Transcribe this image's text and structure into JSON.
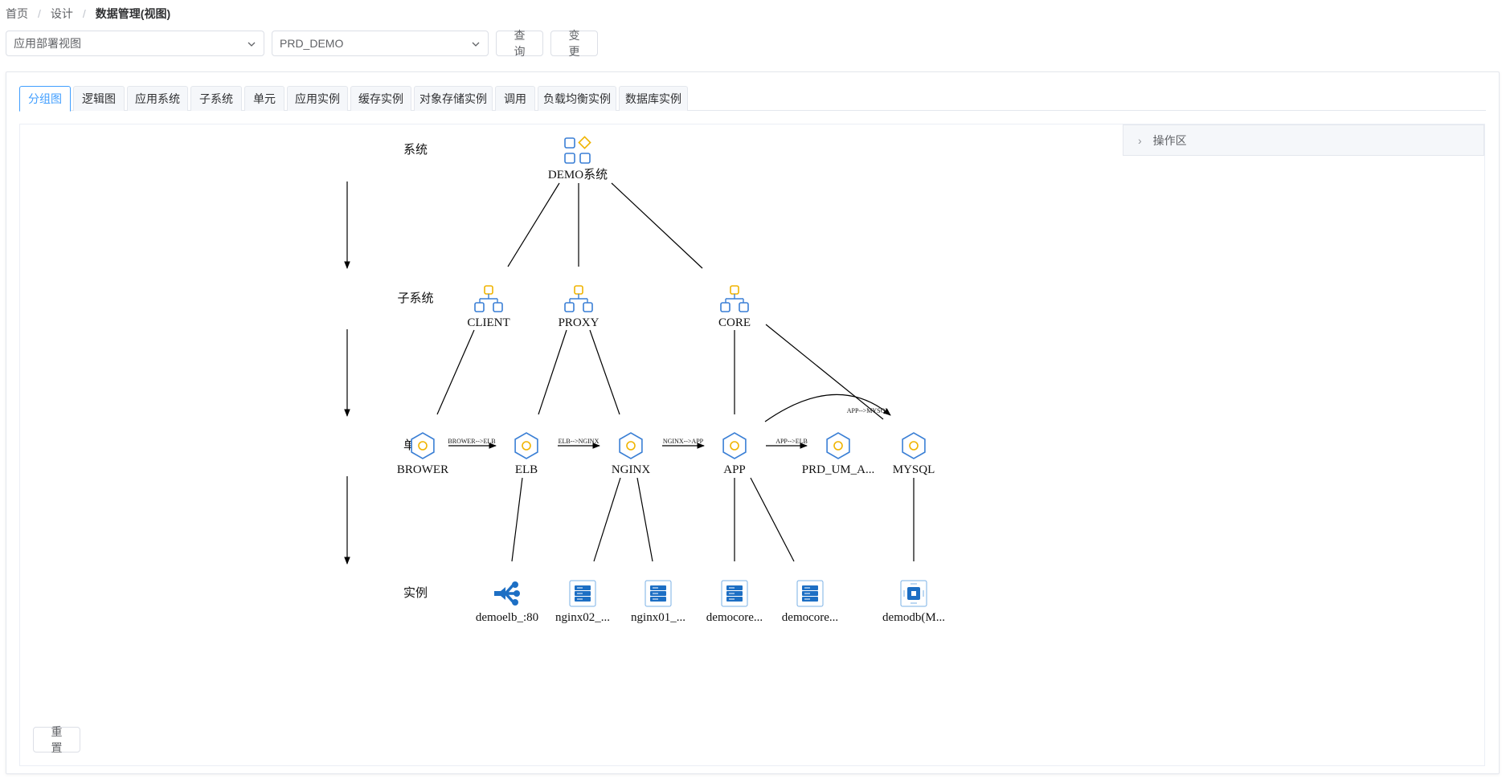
{
  "breadcrumb": {
    "items": [
      "首页",
      "设计",
      "数据管理(视图)"
    ],
    "separator": "/"
  },
  "toolbar": {
    "view_select": "应用部署视图",
    "env_select": "PRD_DEMO",
    "query_label": "查询",
    "change_label": "变更"
  },
  "tabs": [
    "分组图",
    "逻辑图",
    "应用系统",
    "子系统",
    "单元",
    "应用实例",
    "缓存实例",
    "对象存储实例",
    "调用",
    "负载均衡实例",
    "数据库实例"
  ],
  "active_tab": "分组图",
  "ops_panel": {
    "label": "操作区"
  },
  "reset_label": "重置",
  "graph": {
    "levels": [
      "系统",
      "子系统",
      "单元",
      "实例"
    ],
    "system": {
      "label": "DEMO系统",
      "icon": "system-icon"
    },
    "subsystems": [
      {
        "id": "client",
        "label": "CLIENT",
        "icon": "subsystem-icon"
      },
      {
        "id": "proxy",
        "label": "PROXY",
        "icon": "subsystem-icon"
      },
      {
        "id": "core",
        "label": "CORE",
        "icon": "subsystem-icon"
      }
    ],
    "units": [
      {
        "id": "brower",
        "label": "BROWER",
        "icon": "unit-hexagon-icon"
      },
      {
        "id": "elb",
        "label": "ELB",
        "icon": "unit-hexagon-icon"
      },
      {
        "id": "nginx",
        "label": "NGINX",
        "icon": "unit-hexagon-icon"
      },
      {
        "id": "app",
        "label": "APP",
        "icon": "unit-hexagon-icon"
      },
      {
        "id": "prd_um",
        "label": "PRD_UM_A...",
        "icon": "unit-hexagon-icon"
      },
      {
        "id": "mysql",
        "label": "MYSQL",
        "icon": "unit-hexagon-icon"
      }
    ],
    "instances": [
      {
        "id": "demoelb",
        "label": "demoelb_:80",
        "icon": "load-balancer-icon"
      },
      {
        "id": "nginx02",
        "label": "nginx02_...",
        "icon": "server-icon"
      },
      {
        "id": "nginx01",
        "label": "nginx01_...",
        "icon": "server-icon"
      },
      {
        "id": "democore1",
        "label": "democore...",
        "icon": "server-icon"
      },
      {
        "id": "democore2",
        "label": "democore...",
        "icon": "server-icon"
      },
      {
        "id": "demodb",
        "label": "demodb(M...",
        "icon": "database-icon"
      }
    ],
    "calls": [
      {
        "label": "BROWER-->ELB"
      },
      {
        "label": "ELB-->NGINX"
      },
      {
        "label": "NGINX-->APP"
      },
      {
        "label": "APP-->ELB"
      },
      {
        "label": "APP-->MYSQL"
      }
    ],
    "colors": {
      "blue": "#3a7fd5",
      "yellow": "#f0b400",
      "instance_blue": "#1d6fc4"
    }
  }
}
